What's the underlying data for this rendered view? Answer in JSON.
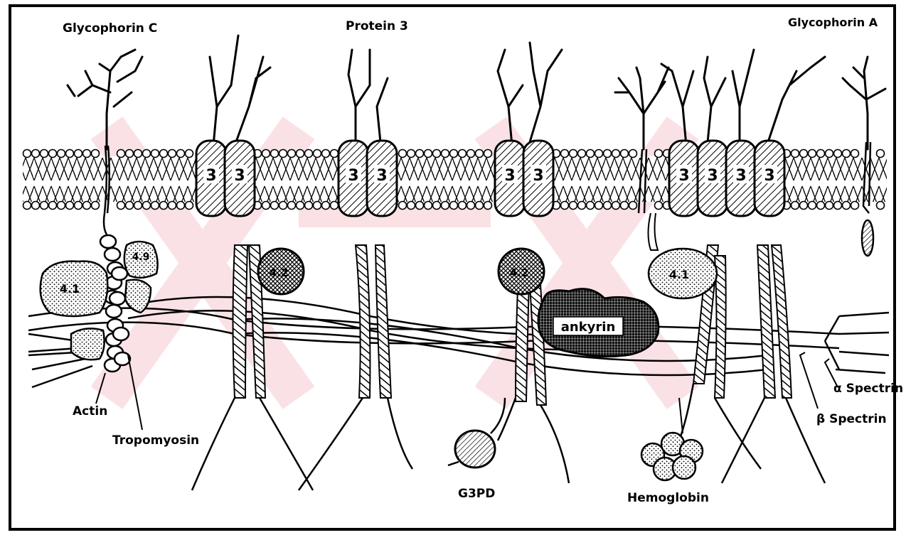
{
  "labels": {
    "glycophorin_c": "Glycophorin C",
    "protein_3": "Protein 3",
    "glycophorin_a": "Glycophorin A",
    "actin": "Actin",
    "tropomyosin": "Tropomyosin",
    "g3pd": "G3PD",
    "hemoglobin": "Hemoglobin",
    "alpha_spectrin": "α Spectrin",
    "beta_spectrin": "β Spectrin",
    "ankyrin": "ankyrin",
    "band_4_1": "4.1",
    "band_4_2": "4.2",
    "band_4_9": "4.9",
    "band_3": "3"
  },
  "colors": {
    "ink": "#000000",
    "paper": "#ffffff",
    "watermark": "#f6c9cf"
  }
}
